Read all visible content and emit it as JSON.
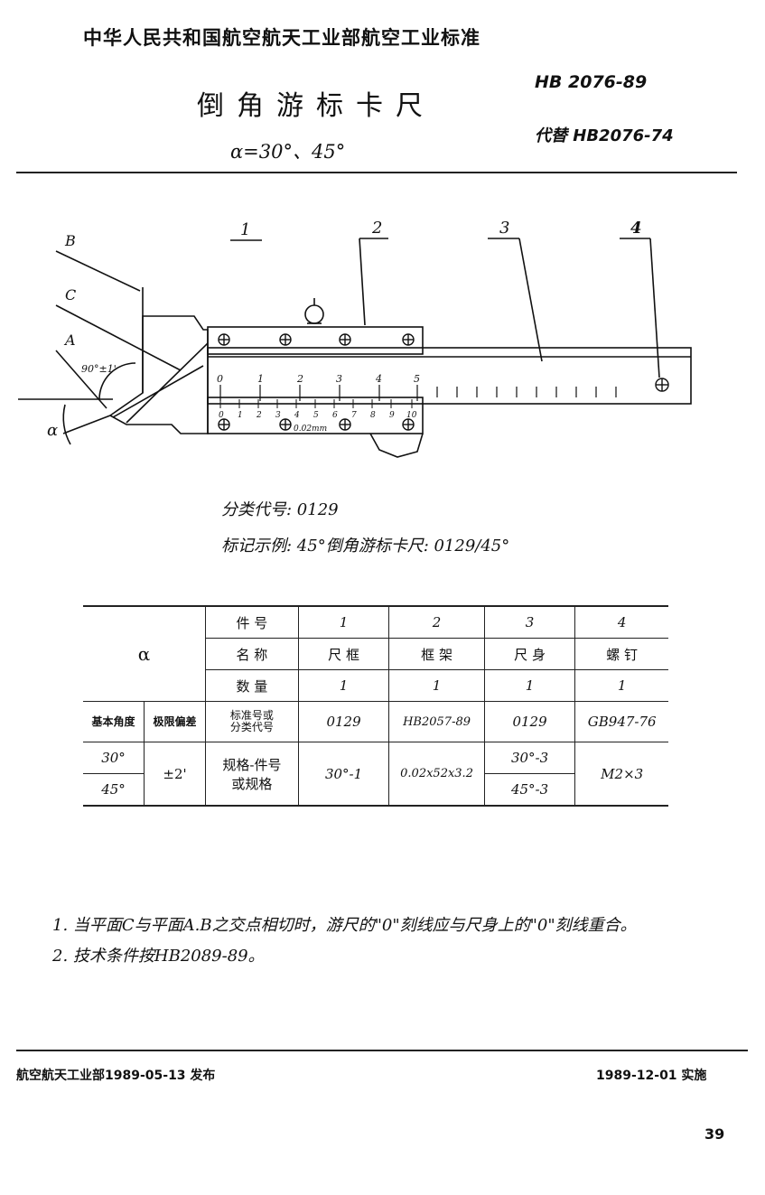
{
  "header": {
    "org": "中华人民共和国航空航天工业部航空工业标准",
    "code": "HB 2076-89",
    "title": "倒角游标卡尺",
    "subtitle": "α=30°、45°",
    "replaces": "代替 HB2076-74"
  },
  "figure": {
    "part_labels": [
      "1",
      "2",
      "3",
      "4"
    ],
    "plane_labels": [
      "B",
      "C",
      "A"
    ],
    "angle_tolerance": "90°±1'",
    "alpha": "α",
    "main_scale_marks": [
      "0",
      "1",
      "2",
      "3",
      "4",
      "5"
    ],
    "vernier_marks": [
      "0",
      "1",
      "2",
      "3",
      "4",
      "5",
      "6",
      "7",
      "8",
      "9",
      "10"
    ],
    "resolution": "0.02mm"
  },
  "classification_code": "分类代号: 0129",
  "marking_example": "标记示例: 45°倒角游标卡尺: 0129/45°",
  "table": {
    "alpha_header": "α",
    "row_labels": {
      "part_no": "件 号",
      "name": "名 称",
      "quantity": "数 量",
      "std_no_line1": "标准号或",
      "std_no_line2": "分类代号",
      "spec_line1": "规格-件号",
      "spec_line2": "或规格"
    },
    "angle_header": "基本角度",
    "tolerance_header": "极限偏差",
    "parts": [
      {
        "no": "1",
        "name": "尺 框",
        "qty": "1",
        "std": "0129",
        "spec": "30°-1"
      },
      {
        "no": "2",
        "name": "框 架",
        "qty": "1",
        "std": "HB2057-89",
        "spec": "0.02x52x3.2"
      },
      {
        "no": "3",
        "name": "尺 身",
        "qty": "1",
        "std": "0129",
        "spec_30": "30°-3",
        "spec_45": "45°-3"
      },
      {
        "no": "4",
        "name": "螺 钉",
        "qty": "1",
        "std": "GB947-76",
        "spec": "M2×3"
      }
    ],
    "angles": [
      "30°",
      "45°"
    ],
    "tolerance": "±2'"
  },
  "notes": [
    "1. 当平面C与平面A.B之交点相切时，游尺的\"0\"刻线应与尺身上的\"0\"刻线重合。",
    "2. 技术条件按HB2089-89。"
  ],
  "footer": {
    "issued": "航空航天工业部1989-05-13  发布",
    "effective": "1989-12-01  实施"
  },
  "page_number": "39"
}
